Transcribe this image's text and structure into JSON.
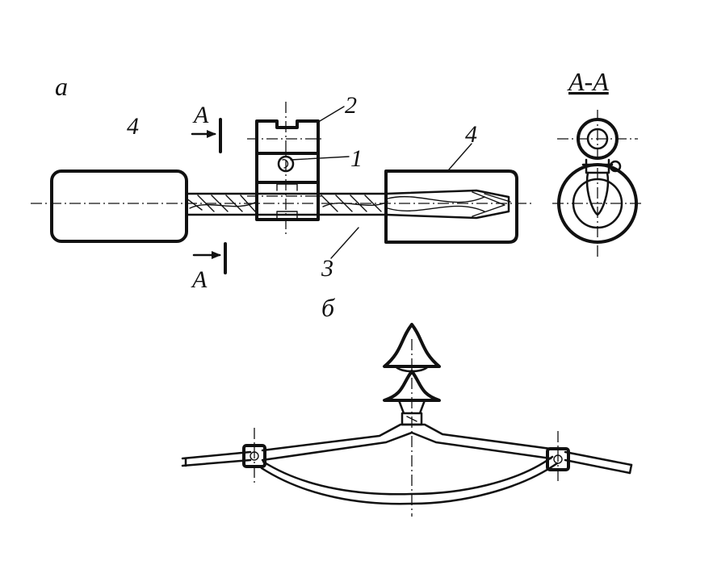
{
  "figure": {
    "part_a_label": "а",
    "part_b_label": "б",
    "section_title": "А-А",
    "section_marker_letter": "А",
    "callouts": [
      "1",
      "2",
      "3",
      "4",
      "4"
    ]
  },
  "colors": {
    "ink": "#111111",
    "paper": "#ffffff"
  }
}
